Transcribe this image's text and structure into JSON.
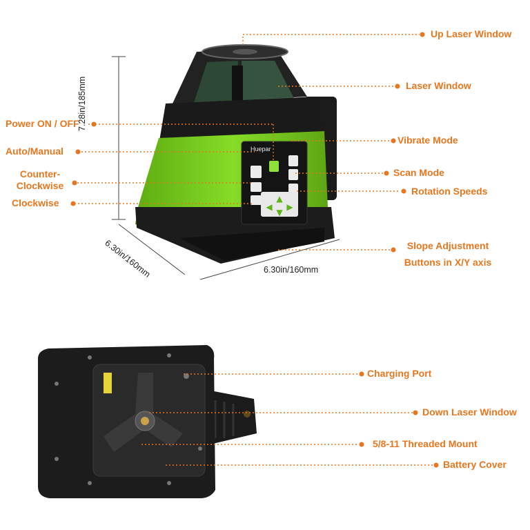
{
  "labels": {
    "up_laser_window": "Up Laser Window",
    "laser_window": "Laser Window",
    "power_on_off": "Power ON / OFF",
    "auto_manual": "Auto/Manual",
    "counter_clockwise_1": "Counter-",
    "counter_clockwise_2": "Clockwise",
    "clockwise": "Clockwise",
    "vibrate_mode": "Vibrate Mode",
    "scan_mode": "Scan Mode",
    "rotation_speeds": "Rotation Speeds",
    "slope_adjustment_1": "Slope Adjustment",
    "slope_adjustment_2": "Buttons in X/Y axis",
    "charging_port": "Charging Port",
    "down_laser_window": "Down Laser Window",
    "threaded_mount": "5/8-11 Threaded Mount",
    "battery_cover": "Battery Cover"
  },
  "dimensions": {
    "height": "7.28in/185mm",
    "depth": "6.30in/160mm",
    "width": "6.30in/160mm"
  },
  "brand": "Huepar",
  "colors": {
    "accent": "#e8761e",
    "body_green": "#7ed321",
    "housing_black": "#1c1c1c"
  }
}
